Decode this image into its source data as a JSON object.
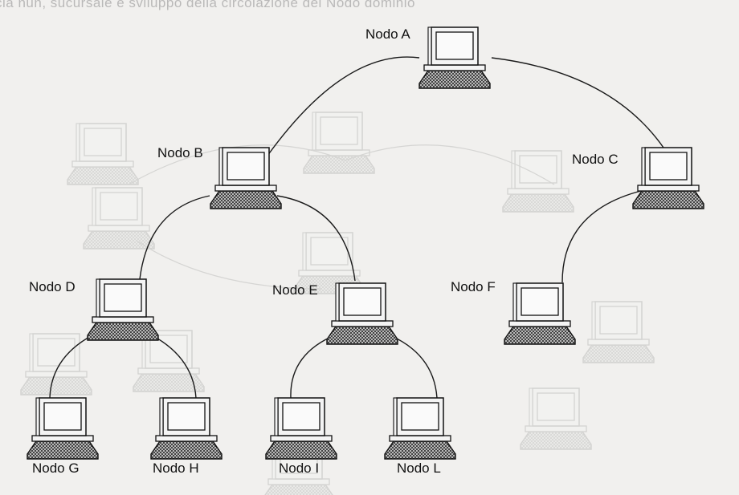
{
  "header_fragment": "cia nun, sucursale e sviluppo della circolazione dei Nodo dominio",
  "nodes": [
    {
      "id": "A",
      "label": "Nodo A"
    },
    {
      "id": "B",
      "label": "Nodo B"
    },
    {
      "id": "C",
      "label": "Nodo C"
    },
    {
      "id": "D",
      "label": "Nodo D"
    },
    {
      "id": "E",
      "label": "Nodo E"
    },
    {
      "id": "F",
      "label": "Nodo F"
    },
    {
      "id": "G",
      "label": "Nodo G"
    },
    {
      "id": "H",
      "label": "Nodo H"
    },
    {
      "id": "I",
      "label": "Nodo I"
    },
    {
      "id": "L",
      "label": "Nodo L"
    }
  ],
  "edges": [
    {
      "from": "A",
      "to": "B"
    },
    {
      "from": "A",
      "to": "C"
    },
    {
      "from": "B",
      "to": "D"
    },
    {
      "from": "B",
      "to": "E"
    },
    {
      "from": "C",
      "to": "F"
    },
    {
      "from": "D",
      "to": "G"
    },
    {
      "from": "D",
      "to": "H"
    },
    {
      "from": "E",
      "to": "I"
    },
    {
      "from": "E",
      "to": "L"
    }
  ]
}
